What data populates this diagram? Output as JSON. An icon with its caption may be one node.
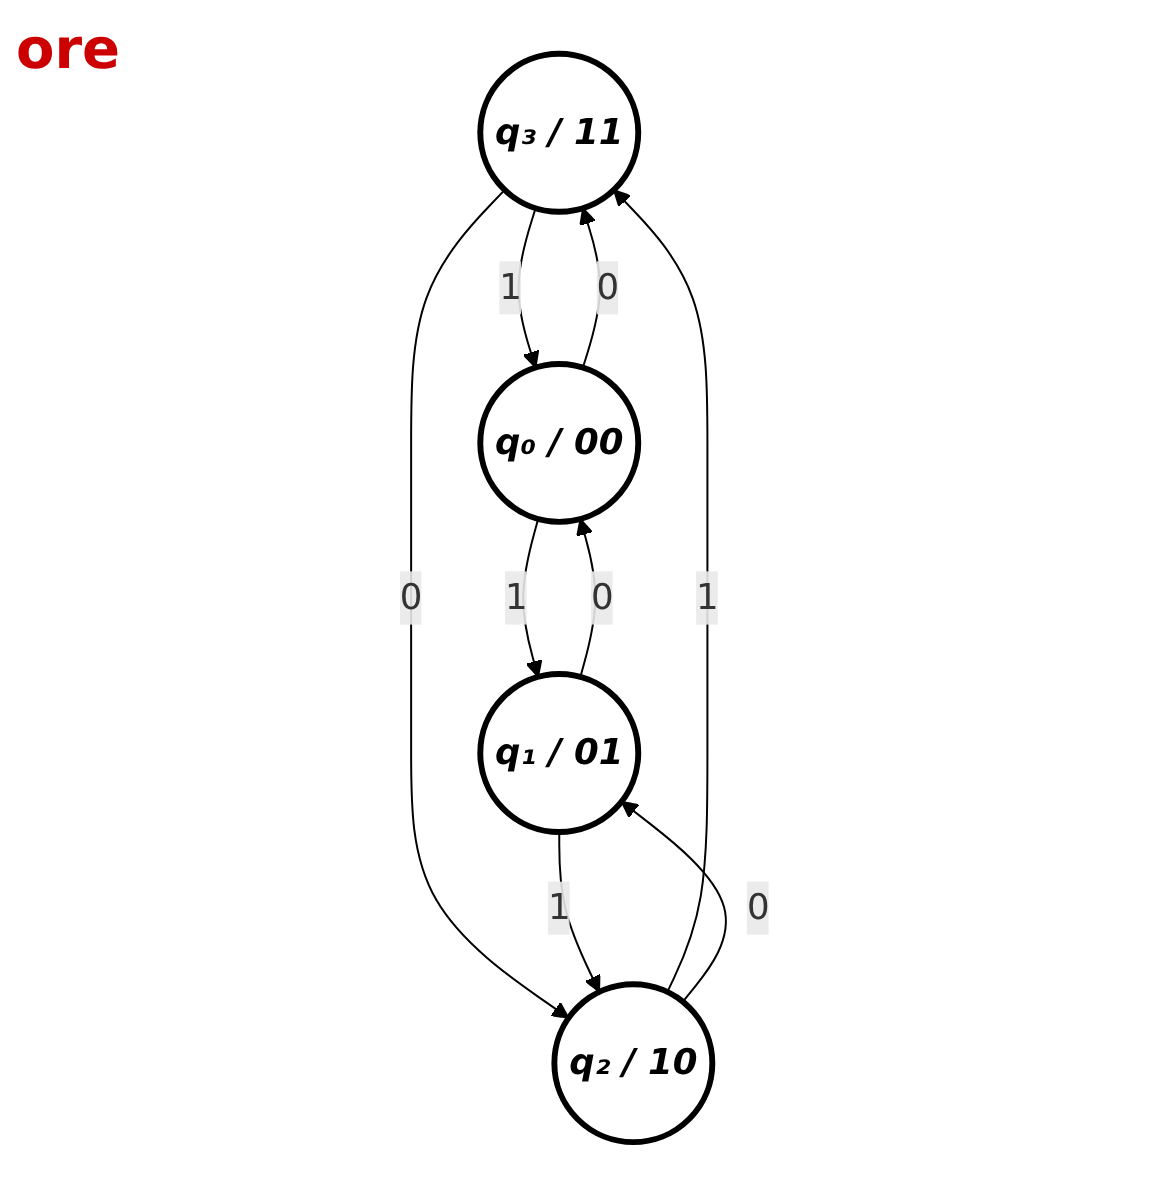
{
  "diagram": {
    "nodes": [
      {
        "text": [
          "q₃ / 11"
        ]
      },
      {
        "text": [
          "q₀ / 00"
        ]
      },
      {
        "text": [
          "q₂ / 10"
        ]
      },
      {
        "text": [
          "q₁ / 01"
        ]
      }
    ],
    "edges": [
      {
        "from": 0,
        "to": 1,
        "arrow": "to",
        "label": "1"
      },
      {
        "from": 1,
        "to": 0,
        "arrow": "to",
        "label": "0"
      },
      {
        "from": 0,
        "to": 2,
        "arrow": "to",
        "label": "0"
      },
      {
        "from": 2,
        "to": 0,
        "arrow": "to",
        "label": "1"
      },
      {
        "from": 3,
        "to": 1,
        "arrow": "to",
        "label": "0"
      },
      {
        "from": 1,
        "to": 3,
        "arrow": "to",
        "label": "1"
      },
      {
        "from": 2,
        "to": 3,
        "arrow": "to",
        "label": "0"
      },
      {
        "from": 3,
        "to": 2,
        "arrow": "to",
        "label": "1"
      }
    ],
    "labels": [
      "ore"
    ]
  }
}
